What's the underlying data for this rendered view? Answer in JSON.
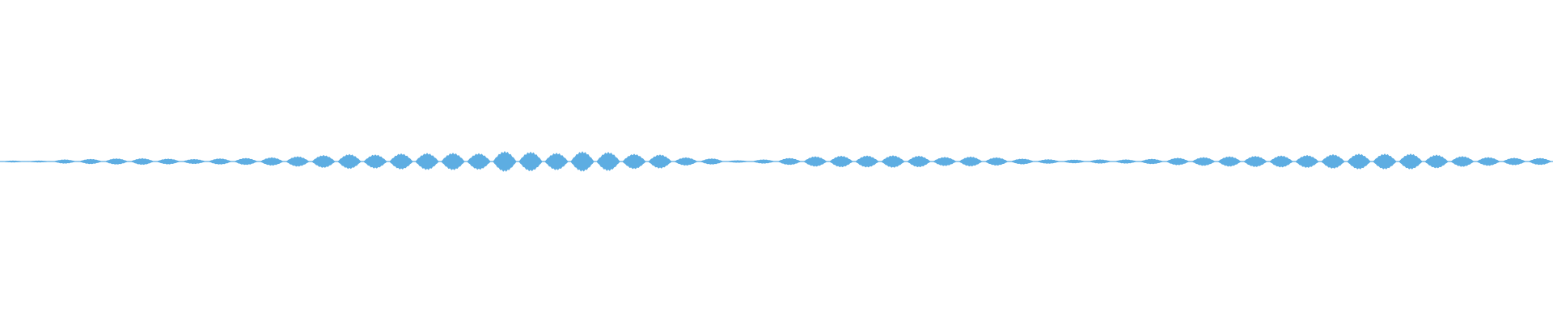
{
  "waveform": {
    "color": "#5dade2",
    "background": "#ffffff",
    "envelope_peaks": [
      0.05,
      0.06,
      0.2,
      0.25,
      0.3,
      0.32,
      0.28,
      0.24,
      0.3,
      0.34,
      0.4,
      0.5,
      0.62,
      0.72,
      0.68,
      0.78,
      0.82,
      0.84,
      0.8,
      1.0,
      0.95,
      0.84,
      0.98,
      0.92,
      0.74,
      0.68,
      0.4,
      0.3,
      0.12,
      0.2,
      0.34,
      0.5,
      0.56,
      0.58,
      0.6,
      0.56,
      0.44,
      0.48,
      0.4,
      0.28,
      0.22,
      0.18,
      0.2,
      0.2,
      0.26,
      0.36,
      0.42,
      0.5,
      0.54,
      0.58,
      0.62,
      0.7,
      0.76,
      0.76,
      0.76,
      0.66,
      0.52,
      0.42,
      0.36,
      0.34
    ]
  }
}
